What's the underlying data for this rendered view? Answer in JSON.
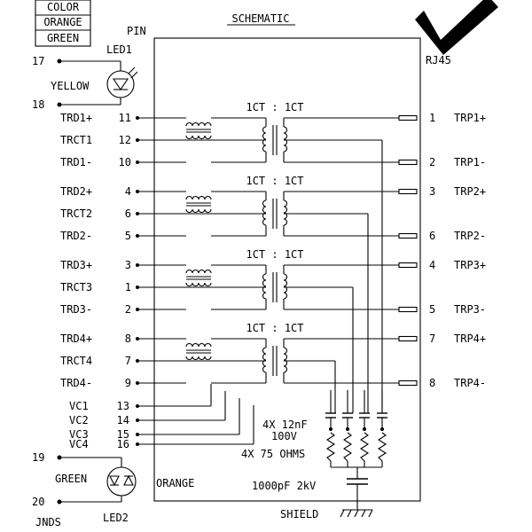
{
  "color_legend": [
    "COLOR",
    "ORANGE",
    "GREEN"
  ],
  "title": "SCHEMATIC",
  "pin_header": "PIN",
  "rj45_label": "RJ45",
  "led1": {
    "label": "LED1",
    "color": "YELLOW",
    "pin_top": "17",
    "pin_bottom": "18"
  },
  "led2": {
    "label": "LED2",
    "color_left": "GREEN",
    "color_right": "ORANGE",
    "pin_top": "19",
    "pin_bottom": "20"
  },
  "gnds_label": "JNDS",
  "ratio_label": "1CT : 1CT",
  "left_pins": [
    {
      "name": "TRD1+",
      "pin": "11"
    },
    {
      "name": "TRCT1",
      "pin": "12"
    },
    {
      "name": "TRD1-",
      "pin": "10"
    },
    {
      "name": "TRD2+",
      "pin": "4"
    },
    {
      "name": "TRCT2",
      "pin": "6"
    },
    {
      "name": "TRD2-",
      "pin": "5"
    },
    {
      "name": "TRD3+",
      "pin": "3"
    },
    {
      "name": "TRCT3",
      "pin": "1"
    },
    {
      "name": "TRD3-",
      "pin": "2"
    },
    {
      "name": "TRD4+",
      "pin": "8"
    },
    {
      "name": "TRCT4",
      "pin": "7"
    },
    {
      "name": "TRD4-",
      "pin": "9"
    }
  ],
  "vc_pins": [
    {
      "name": "VC1",
      "pin": "13"
    },
    {
      "name": "VC2",
      "pin": "14"
    },
    {
      "name": "VC3",
      "pin": "15"
    },
    {
      "name": "VC4",
      "pin": "16"
    }
  ],
  "right_pins": [
    {
      "pin": "1",
      "name": "TRP1+"
    },
    {
      "pin": "2",
      "name": "TRP1-"
    },
    {
      "pin": "3",
      "name": "TRP2+"
    },
    {
      "pin": "6",
      "name": "TRP2-"
    },
    {
      "pin": "4",
      "name": "TRP3+"
    },
    {
      "pin": "5",
      "name": "TRP3-"
    },
    {
      "pin": "7",
      "name": "TRP4+"
    },
    {
      "pin": "8",
      "name": "TRP4-"
    }
  ],
  "cap_label_1": "4X 12nF",
  "cap_label_2": "100V",
  "res_label": "4X 75 OHMS",
  "hv_cap_label": "1000pF 2kV",
  "shield_label": "SHIELD"
}
